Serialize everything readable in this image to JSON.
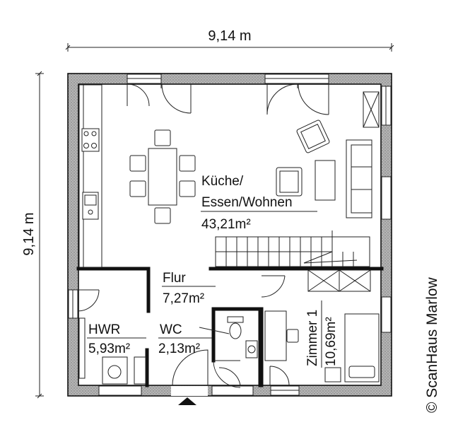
{
  "dimensions": {
    "width": "9,14 m",
    "height": "9,14 m"
  },
  "rooms": [
    {
      "id": "living",
      "name_line1": "Küche/",
      "name_line2": "Essen/Wohnen",
      "area": "43,21m²"
    },
    {
      "id": "hall",
      "name": "Flur",
      "area": "7,27m²"
    },
    {
      "id": "utility",
      "name": "HWR",
      "area": "5,93m²"
    },
    {
      "id": "wc",
      "name": "WC",
      "area": "2,13m²"
    },
    {
      "id": "room1",
      "name": "Zimmer 1",
      "area": "10,69m²"
    }
  ],
  "copyright": "© ScanHaus Marlow",
  "icons": [
    "entrance-arrow-icon",
    "door-swing-icon",
    "window-icon",
    "stair-icon",
    "sofa-icon",
    "armchair-icon",
    "dining-table-icon",
    "sink-icon",
    "stove-icon",
    "toilet-icon",
    "washbasin-icon",
    "bed-icon",
    "desk-icon"
  ],
  "colors": {
    "wall_fill": "#a9a9a9",
    "line": "#111111",
    "background": "#ffffff"
  }
}
